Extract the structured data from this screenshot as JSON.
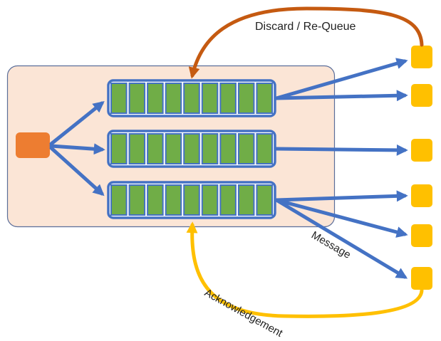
{
  "labels": {
    "discard": "Discard / Re-Queue",
    "message": "Message",
    "acknowledgement": "Acknowledgement"
  },
  "queues": [
    {
      "slots": 9
    },
    {
      "slots": 9
    },
    {
      "slots": 9
    }
  ],
  "consumers_count": 6,
  "colors": {
    "broker_fill": "#FBE5D6",
    "broker_stroke": "#5B6E9A",
    "producer": "#ED7D31",
    "queue_fill": "#70AD47",
    "queue_stroke": "#4472C4",
    "arrow": "#4472C4",
    "consumer": "#FFC000",
    "discard_arrow": "#C55A11",
    "ack_arrow": "#FFC000"
  }
}
